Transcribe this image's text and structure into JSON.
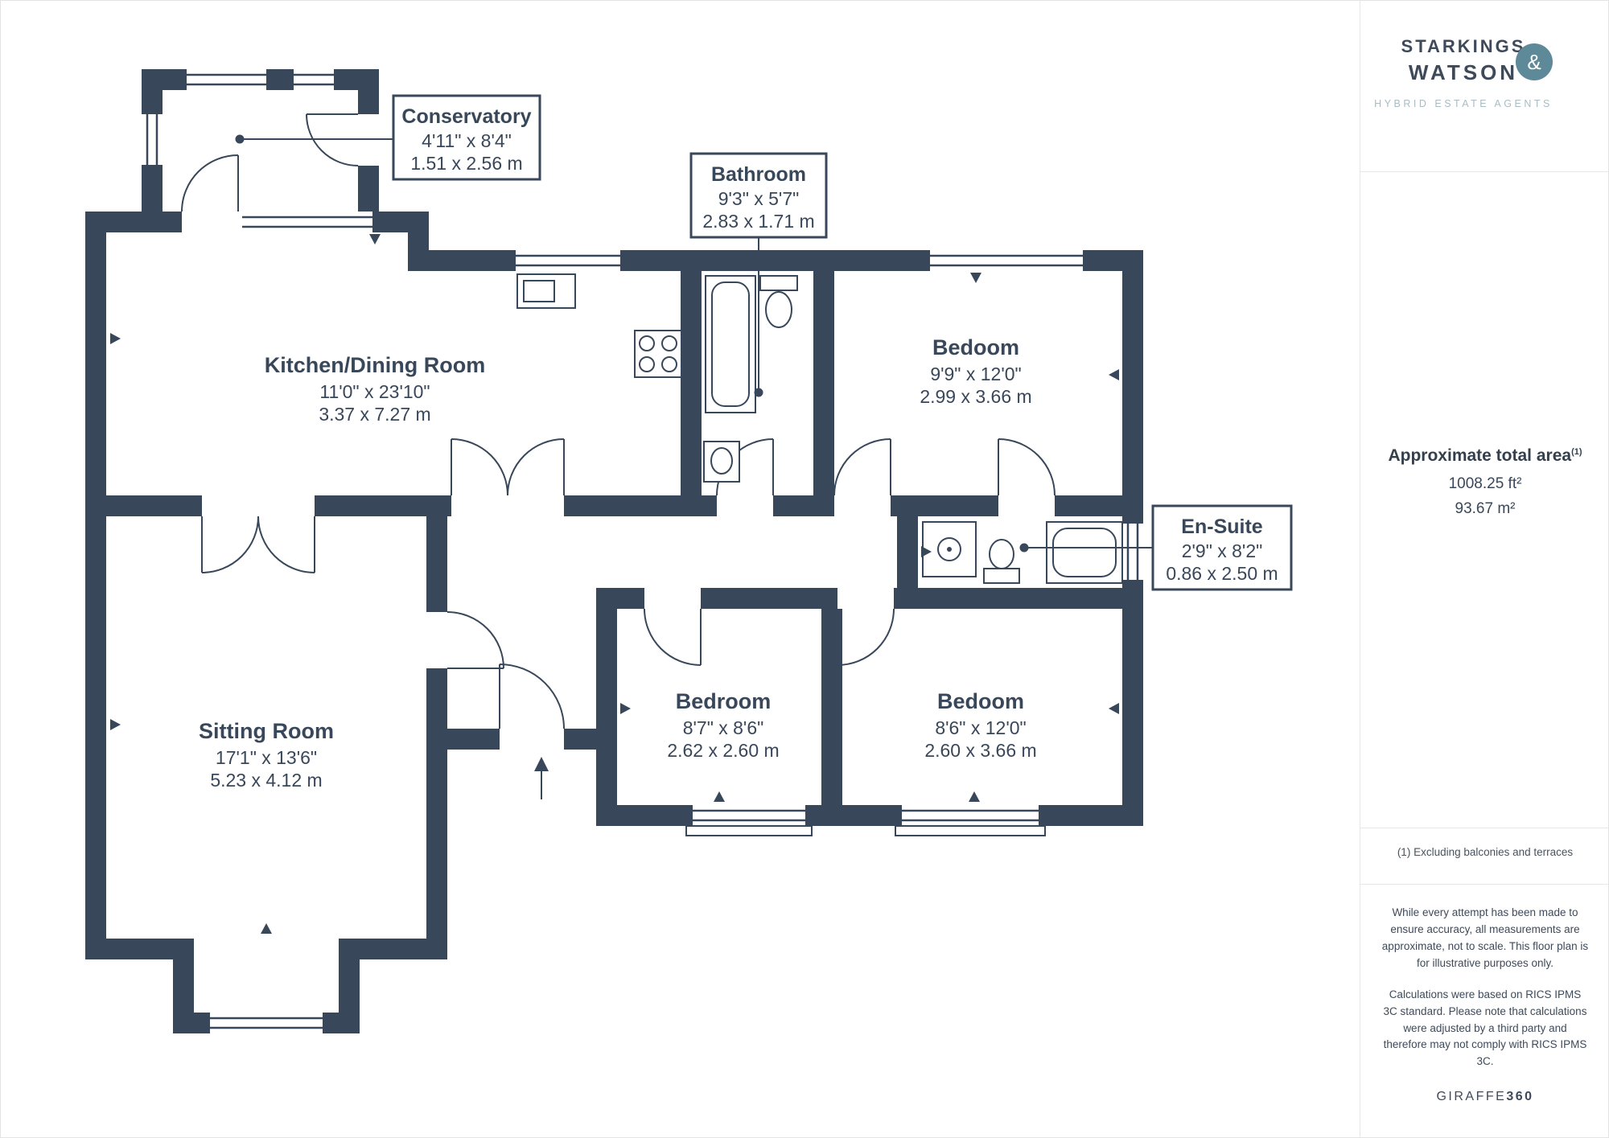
{
  "colors": {
    "wall": "#39475a",
    "brand_teal": "#5d8999"
  },
  "rooms": {
    "conservatory": {
      "name": "Conservatory",
      "dims_ft": "4'11\" x 8'4\"",
      "dims_m": "1.51 x 2.56 m"
    },
    "kitchen": {
      "name": "Kitchen/Dining Room",
      "dims_ft": "11'0\" x 23'10\"",
      "dims_m": "3.37 x 7.27 m"
    },
    "bathroom": {
      "name": "Bathroom",
      "dims_ft": "9'3\" x 5'7\"",
      "dims_m": "2.83 x 1.71 m"
    },
    "bedroom_top": {
      "name": "Bedoom",
      "dims_ft": "9'9\" x 12'0\"",
      "dims_m": "2.99 x 3.66 m"
    },
    "ensuite": {
      "name": "En-Suite",
      "dims_ft": "2'9\" x 8'2\"",
      "dims_m": "0.86 x 2.50 m"
    },
    "sitting": {
      "name": "Sitting Room",
      "dims_ft": "17'1\" x 13'6\"",
      "dims_m": "5.23 x 4.12 m"
    },
    "bedroom_mid": {
      "name": "Bedroom",
      "dims_ft": "8'7\" x 8'6\"",
      "dims_m": "2.62 x 2.60 m"
    },
    "bedroom_bottom": {
      "name": "Bedoom",
      "dims_ft": "8'6\" x 12'0\"",
      "dims_m": "2.60 x 3.66 m"
    }
  },
  "sidebar": {
    "brand_line1": "STARKINGS",
    "brand_amp": "&",
    "brand_line2": "WATSON",
    "brand_tagline": "HYBRID ESTATE AGENTS",
    "area_title": "Approximate total area",
    "area_superscript": "(1)",
    "area_ft": "1008.25 ft²",
    "area_m": "93.67 m²",
    "footnote": "(1) Excluding balconies and terraces",
    "disclaimer1": "While every attempt has been made to ensure accuracy, all measurements are approximate, not to scale. This floor plan is for illustrative purposes only.",
    "disclaimer2": "Calculations were based on RICS IPMS 3C standard. Please note that calculations were adjusted by a third party and therefore may not comply with RICS IPMS 3C.",
    "brand_footer_light": "GIRAFFE",
    "brand_footer_bold": "360"
  }
}
